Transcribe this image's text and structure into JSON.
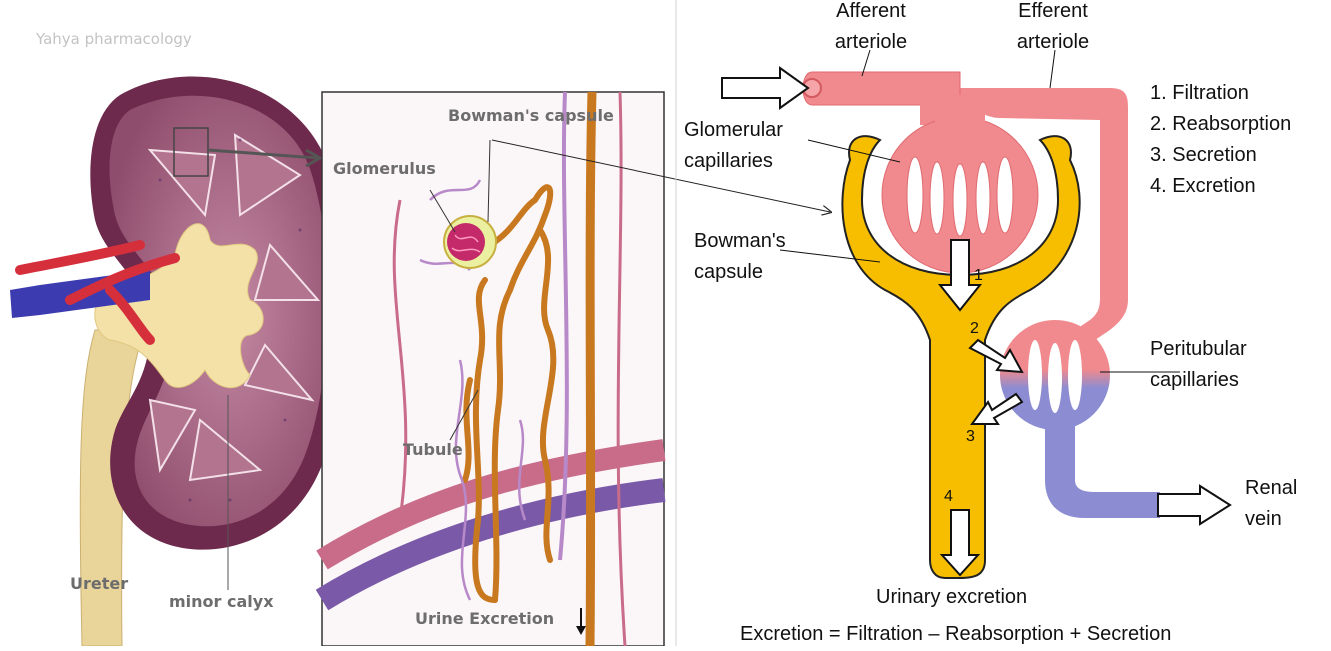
{
  "watermark": "Yahya pharmacology",
  "left_panel": {
    "labels": {
      "bowmans_capsule": "Bowman's capsule",
      "glomerulus": "Glomerulus",
      "tubule": "Tubule",
      "ureter": "Ureter",
      "minor_calyx": "minor calyx",
      "urine_excretion": "Urine Excretion"
    }
  },
  "right_panel": {
    "labels": {
      "afferent": "Afferent",
      "afferent2": "arteriole",
      "efferent": "Efferent",
      "efferent2": "arteriole",
      "glomerular": "Glomerular",
      "glomerular2": "capillaries",
      "bowmans": "Bowman's",
      "bowmans2": "capsule",
      "peritubular": "Peritubular",
      "peritubular2": "capillaries",
      "renal": "Renal",
      "renal2": "vein",
      "urinary_excretion": "Urinary excretion",
      "equation": "Excretion = Filtration – Reabsorption + Secretion"
    },
    "process_steps": [
      "1. Filtration",
      "2. Reabsorption",
      "3. Secretion",
      "4. Excretion"
    ],
    "step_numbers": [
      "1",
      "2",
      "3",
      "4"
    ]
  },
  "colors": {
    "kidney_capsule": "#6e2a4c",
    "cortex": "#9c5c7a",
    "medulla": "#b07090",
    "pelvis": "#f0dca0",
    "artery": "#d62f3c",
    "vein": "#3c3cb0",
    "tubule": "#c8781e",
    "vessel_pink": "#f08a8e",
    "vessel_blue": "#8c8cd2",
    "bowman_yellow": "#f7be00"
  }
}
